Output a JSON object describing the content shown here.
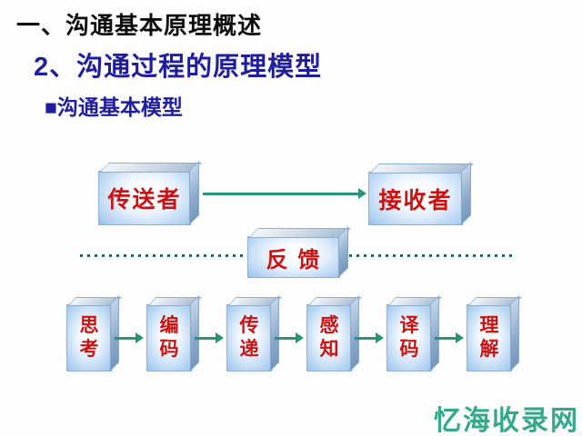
{
  "slide": {
    "title": "一、沟通基本原理概述",
    "subtitle": "2、沟通过程的原理模型",
    "section_label": "■沟通基本模型"
  },
  "diagram": {
    "sender": "传送者",
    "receiver": "接收者",
    "feedback": "反 馈",
    "steps": [
      "思考",
      "编码",
      "传递",
      "感知",
      "译码",
      "理解"
    ]
  },
  "watermark": "忆海收录网",
  "colors": {
    "heading_blue": "#1e1e9e",
    "box_text_red": "#cc1111",
    "arrow_teal": "#2a9478",
    "dotted_line_teal": "#2f6060",
    "box_fill_blue": "#a9cdf0",
    "watermark_teal": "#35a98c"
  }
}
